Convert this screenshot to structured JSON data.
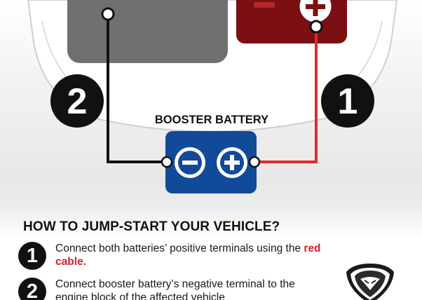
{
  "diagram": {
    "booster_label": "BOOSTER BATTERY",
    "badge_left": "2",
    "badge_right": "1",
    "colors": {
      "dead_battery": "#6f7072",
      "car_battery": "#7b0f12",
      "booster_battery": "#124a9a",
      "red_cable": "#e02a2f",
      "black_cable": "#111111"
    }
  },
  "instructions": {
    "heading": "HOW TO JUMP-START YOUR VEHICLE?",
    "steps": [
      {
        "number": "1",
        "text_before": "Connect both batteries’ positive terminals using the ",
        "highlight": "red cable.",
        "text_after": ""
      },
      {
        "number": "2",
        "text_before": "Connect booster battery’s negative terminal to the engine block of the affected vehicle",
        "highlight": "",
        "text_after": ""
      }
    ]
  },
  "logo": {
    "icon": "tiger-head-emblem"
  }
}
